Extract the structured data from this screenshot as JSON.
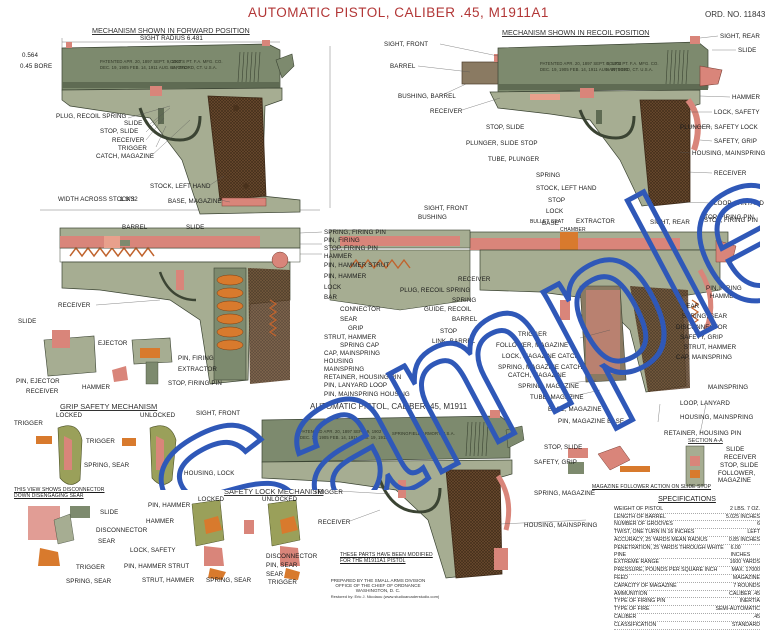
{
  "title": "AUTOMATIC PISTOL, CALIBER .45, M1911A1",
  "ord_no": "ORD. NO. 11843",
  "watermark": "Sample",
  "sections": {
    "forward": "MECHANISM SHOWN IN FORWARD POSITION",
    "recoil": "MECHANISM SHOWN IN RECOIL POSITION",
    "grip_safety": "GRIP SAFETY MECHANISM",
    "safety_lock": "SAFETY LOCK MECHANISM",
    "m1911": "AUTOMATIC PISTOL, CALIBER .45, M1911",
    "section_aa": "SECTION A-A"
  },
  "dims": {
    "sight_radius": "SIGHT RADIUS 6.481",
    "d1": "0.564",
    "bore": "0.45 BORE",
    "width": "WIDTH ACROSS STOCKS",
    "width_val": "1 9/32"
  },
  "labels": {
    "forward": [
      "PLUG, RECOIL SPRING",
      "SLIDE",
      "STOP, SLIDE",
      "RECEIVER",
      "TRIGGER",
      "CATCH, MAGAZINE",
      "STOCK, LEFT HAND",
      "BASE, MAGAZINE"
    ],
    "recoil_left": [
      "SIGHT, FRONT",
      "BARREL",
      "BUSHING, BARREL",
      "RECEIVER",
      "STOP, SLIDE",
      "PLUNGER, SLIDE STOP",
      "TUBE, PLUNGER",
      "SPRING",
      "STOCK, LEFT HAND",
      "STOP",
      "LOCK",
      "BASE"
    ],
    "recoil_right": [
      "SIGHT, REAR",
      "SLIDE",
      "HAMMER",
      "LOCK, SAFETY",
      "PLUNGER, SAFETY LOCK",
      "SAFETY, GRIP",
      "HOUSING, MAINSPRING",
      "RECEIVER",
      "LOOP, LANYARD",
      "STOP, FIRING PIN"
    ],
    "section_left": [
      "BARREL",
      "SLIDE",
      "RECEIVER",
      "SLIDE",
      "EJECTOR",
      "PIN, FIRING",
      "EXTRACTOR",
      "STOP, FIRING PIN",
      "PIN, EJECTOR",
      "RECEIVER",
      "HAMMER"
    ],
    "section_mid": [
      "SPRING, FIRING PIN",
      "PIN, FIRING",
      "STOP, FIRING PIN",
      "HAMMER",
      "PIN, HAMMER STRUT",
      "PIN, HAMMER",
      "LOCK",
      "BAR",
      "CONNECTOR",
      "SEAR",
      "GRIP",
      "STRUT, HAMMER",
      "SPRING CAP",
      "CAP, MAINSPRING",
      "HOUSING",
      "MAINSPRING",
      "RETAINER, HOUSING PIN",
      "PIN, LANYARD LOOP",
      "PIN, MAINSPRING HOUSING"
    ],
    "section_center": [
      "SIGHT, FRONT",
      "BUSHING",
      "BULLET SEAT",
      "RECEIVER",
      "PLUG, RECOIL SPRING",
      "SPRING",
      "GUIDE, RECOIL",
      "BARREL",
      "STOP",
      "LINK, BARREL"
    ],
    "section_right": [
      "EXTRACTOR",
      "CHAMBER",
      "SIGHT, REAR",
      "STOP, FIRING PIN",
      "PIN, FIRING",
      "HAMMER",
      "SEAR",
      "SPRING, SEAR",
      "DISCONNECTOR",
      "SAFETY, GRIP",
      "STRUT, HAMMER",
      "CAP, MAINSPRING",
      "MAINSPRING",
      "LOOP, LANYARD",
      "HOUSING, MAINSPRING",
      "RETAINER, HOUSING PIN"
    ],
    "section_right_left": [
      "TRIGGER",
      "FOLLOWER, MAGAZINE",
      "LOCK, MAGAZINE CATCH",
      "SPRING, MAGAZINE CATCH",
      "CATCH, MAGAZINE",
      "SPRING, MAGAZINE",
      "TUBE, MAGAZINE",
      "BASE, MAGAZINE",
      "PIN, MAGAZINE BASE"
    ],
    "grip": [
      "LOCKED",
      "UNLOCKED",
      "TRIGGER",
      "TRIGGER",
      "SPRING, SEAR"
    ],
    "grip_note": "THIS VIEW SHOWS DISCONNECTOR DOWN DISENGAGING SEAR",
    "grip_lower": [
      "SLIDE",
      "DISCONNECTOR",
      "SEAR",
      "TRIGGER",
      "SPRING, SEAR"
    ],
    "lock": [
      "LOCKED",
      "UNLOCKED",
      "PIN, HAMMER",
      "HAMMER",
      "LOCK, SAFETY",
      "PIN, HAMMER STRUT",
      "STRUT, HAMMER",
      "SPRING, SEAR",
      "DISCONNECTOR",
      "PIN, SEAR",
      "SEAR",
      "TRIGGER"
    ],
    "m1911": [
      "TRIGGER",
      "RECEIVER",
      "HOUSING, MAINSPRING"
    ],
    "m1911_note": "THESE PARTS HAVE BEEN MODIFIED FOR THE M1911A1 PISTOL",
    "stop_area": [
      "STOP, SLIDE",
      "SAFETY, GRIP",
      "SPRING, MAGAZINE"
    ],
    "aa": [
      "SLIDE",
      "RECEIVER",
      "STOP, SLIDE",
      "FOLLOWER, MAGAZINE"
    ],
    "follower_note": "MAGAZINE FOLLOWER ACTION ON SLIDE STOP",
    "hl": [
      "HOUSING, LOCK",
      "SLIDE",
      "HAMMER"
    ]
  },
  "slide_markings": {
    "left1": "PATENTED APR. 20, 1897  SEPT. 9, 1902",
    "left2": "DEC. 19, 1905  FEB. 14, 1911  AUG. 19, 1913",
    "right1": "COLT'S PT. F.A. MFG. CO.",
    "right2": "HARTFORD, CT. U.S.A.",
    "m1911_right": "SPRINGFIELD ARMORY U.S.A."
  },
  "specs": {
    "heading": "SPECIFICATIONS",
    "rows": [
      [
        "WEIGHT OF PISTOL",
        "2 LBS. 7 OZ."
      ],
      [
        "LENGTH OF BARREL",
        "5.025 INCHES"
      ],
      [
        "NUMBER OF GROOVES",
        "6"
      ],
      [
        "TWIST, ONE TURN IN 16 INCHES",
        "LEFT"
      ],
      [
        "ACCURACY, 25 YARDS MEAN RADIUS",
        "0.85 INCHES"
      ],
      [
        "PENETRATION, 25 YARDS THROUGH WHITE PINE",
        "6.00 INCHES"
      ],
      [
        "EXTREME RANGE",
        "1600 YARDS"
      ],
      [
        "PRESSURE, POUNDS PER SQUARE INCH",
        "MAX. 17000"
      ],
      [
        "FEED",
        "MAGAZINE"
      ],
      [
        "CAPACITY OF MAGAZINE",
        "7 ROUNDS"
      ],
      [
        "AMMUNITION",
        "CALIBER .45"
      ],
      [
        "TYPE OF FIRING PIN",
        "INERTIA"
      ],
      [
        "TYPE OF FIRE",
        "SEMI-AUTOMATIC"
      ],
      [
        "CALIBER",
        ".45"
      ],
      [
        "CLASSIFICATION",
        "STANDARD"
      ]
    ]
  },
  "footer": {
    "line1": "PREPARED BY THE SMALL ARMS DIVISION",
    "line2": "OFFICE OF THE CHIEF OF ORDNANCE",
    "line3": "WASHINGTON, D. C.",
    "restored": "Restored by: Eric J. Nicolaou (www.studioarcaderstudio.com)"
  },
  "colors": {
    "title": "#b23636",
    "slide": "#7d8a6e",
    "slide_dark": "#5f6b53",
    "receiver": "#a6ad92",
    "grip": "#6a4a2e",
    "grip_dark": "#4a321c",
    "pink": "#d9857a",
    "salmon": "#e8a08c",
    "orange": "#d87a2d",
    "barrel": "#8a7a62",
    "watermark": "#2f58b8"
  }
}
